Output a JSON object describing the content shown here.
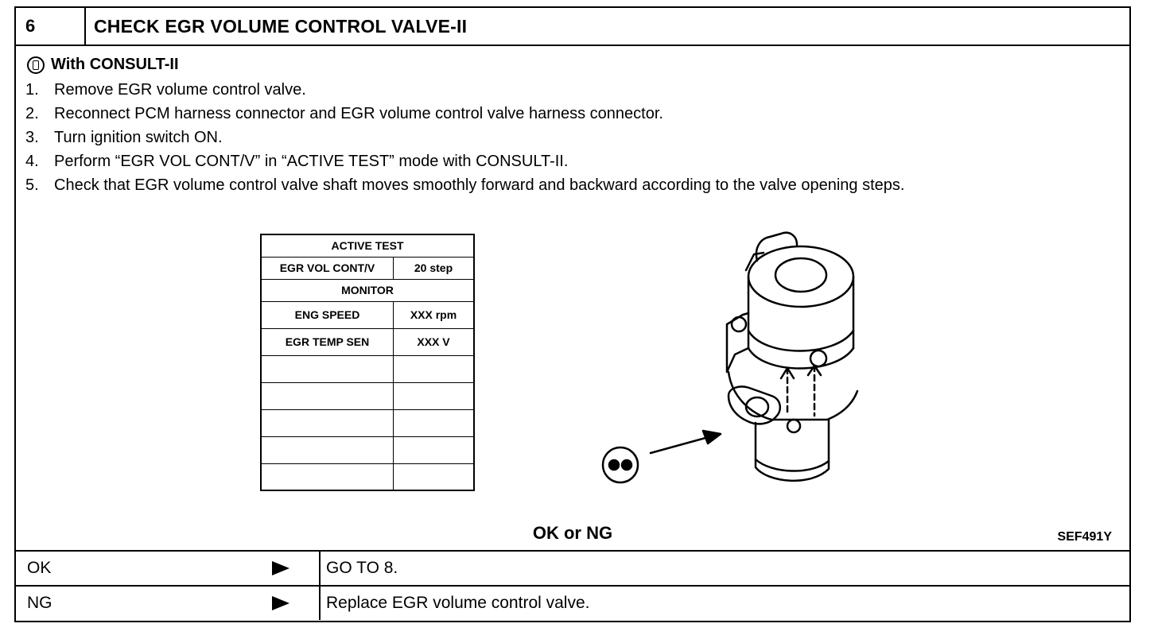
{
  "header": {
    "number": "6",
    "title": "CHECK EGR VOLUME CONTROL VALVE-II"
  },
  "consult": {
    "icon": "consult-icon",
    "label": "With CONSULT-II"
  },
  "steps": [
    {
      "n": "1.",
      "text": "Remove EGR volume control valve."
    },
    {
      "n": "2.",
      "text": "Reconnect PCM harness connector and EGR volume control valve harness connector."
    },
    {
      "n": "3.",
      "text": "Turn ignition switch ON."
    },
    {
      "n": "4.",
      "text": "Perform “EGR VOL CONT/V” in “ACTIVE TEST” mode with CONSULT-II."
    },
    {
      "n": "5.",
      "text": "Check that EGR volume control valve shaft moves smoothly forward and backward according to the valve opening steps."
    }
  ],
  "active_test": {
    "title": "ACTIVE TEST",
    "item_label": "EGR VOL CONT/V",
    "item_value": "20 step",
    "monitor_title": "MONITOR",
    "rows": [
      {
        "label": "ENG SPEED",
        "value": "XXX rpm"
      },
      {
        "label": "EGR TEMP SEN",
        "value": "XXX V"
      }
    ]
  },
  "figure_code": "SEF491Y",
  "okng_label": "OK or NG",
  "results": [
    {
      "key": "OK",
      "action": "GO TO 8."
    },
    {
      "key": "NG",
      "action": "Replace EGR volume control valve."
    }
  ]
}
